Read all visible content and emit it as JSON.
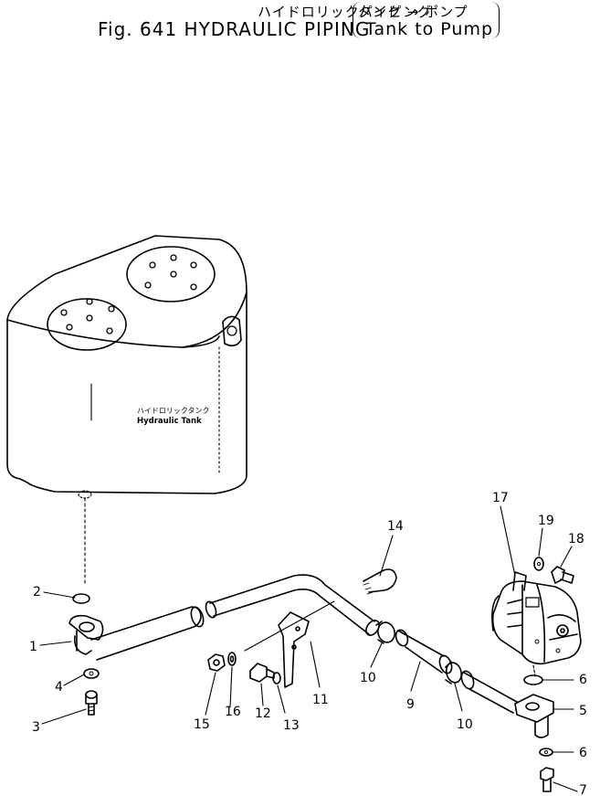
{
  "title": {
    "jp": "ハイドロリックパイピング",
    "en": "Fig. 641  HYDRAULIC PIPING",
    "sub_jp": "タンク → ポンプ",
    "sub_en": "Tank to Pump"
  },
  "tank_label": {
    "jp": "ハイドロリックタンク",
    "en": "Hydraulic Tank"
  },
  "parts": {
    "p1": "1",
    "p2": "2",
    "p3": "3",
    "p4": "4",
    "p5": "5",
    "p6a": "6",
    "p6b": "6",
    "p7": "7",
    "p9": "9",
    "p10a": "10",
    "p10b": "10",
    "p11": "11",
    "p12": "12",
    "p13": "13",
    "p14": "14",
    "p15": "15",
    "p16": "16",
    "p17": "17",
    "p18": "18",
    "p19": "19"
  }
}
